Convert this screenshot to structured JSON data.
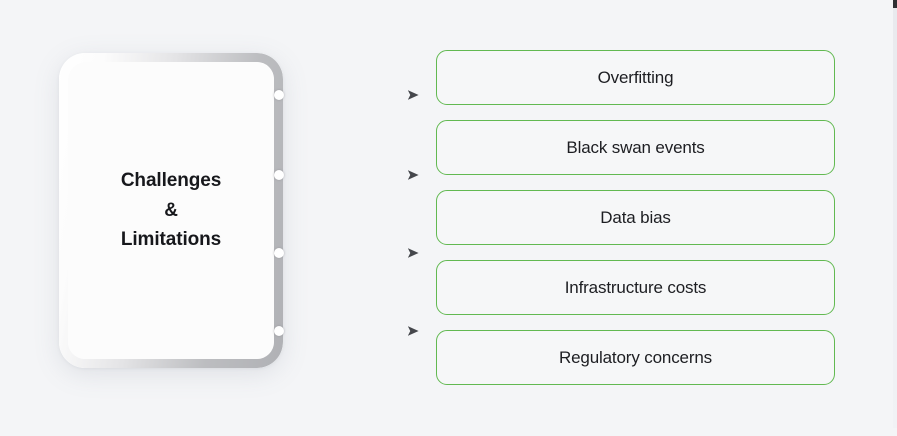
{
  "diagram": {
    "background_color": "#f4f5f7",
    "accent_color": "#62b951",
    "text_color": "#1d1e22",
    "center": {
      "title": "Challenges\n&\nLimitations"
    },
    "connectors": [
      {
        "name": "connector-1"
      },
      {
        "name": "connector-2"
      },
      {
        "name": "connector-3"
      },
      {
        "name": "connector-4"
      }
    ],
    "items": [
      {
        "label": "Overfitting"
      },
      {
        "label": "Black swan events"
      },
      {
        "label": "Data bias"
      },
      {
        "label": "Infrastructure costs"
      },
      {
        "label": "Regulatory concerns"
      }
    ]
  }
}
